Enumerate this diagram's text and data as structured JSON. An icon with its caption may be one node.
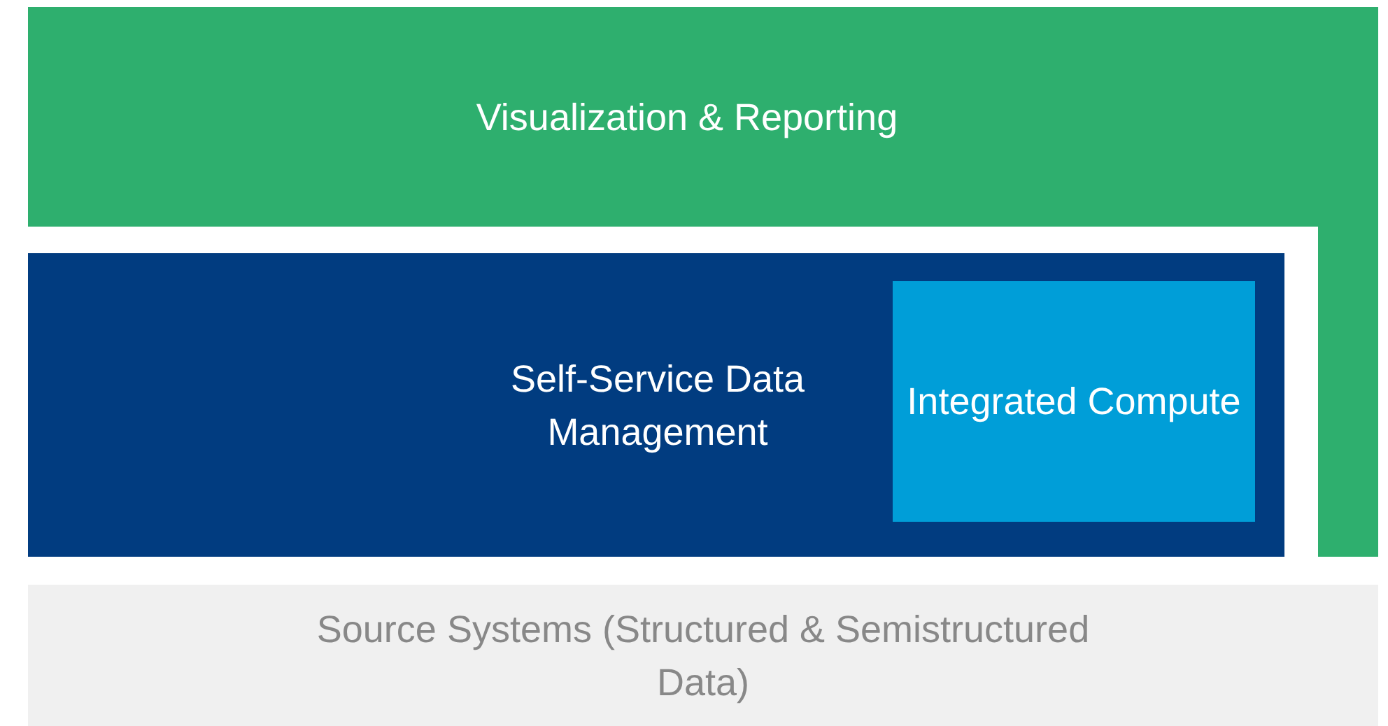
{
  "diagram": {
    "nodes": [
      {
        "text": [
          "Visualization & Reporting"
        ]
      },
      {
        "text": [
          "Self-Service Data Management"
        ]
      },
      {
        "text": [
          "Integrated Compute"
        ],
        "in": 1
      },
      {
        "text": [
          "Source Systems (Structured & Semistructured Data)"
        ]
      }
    ]
  }
}
